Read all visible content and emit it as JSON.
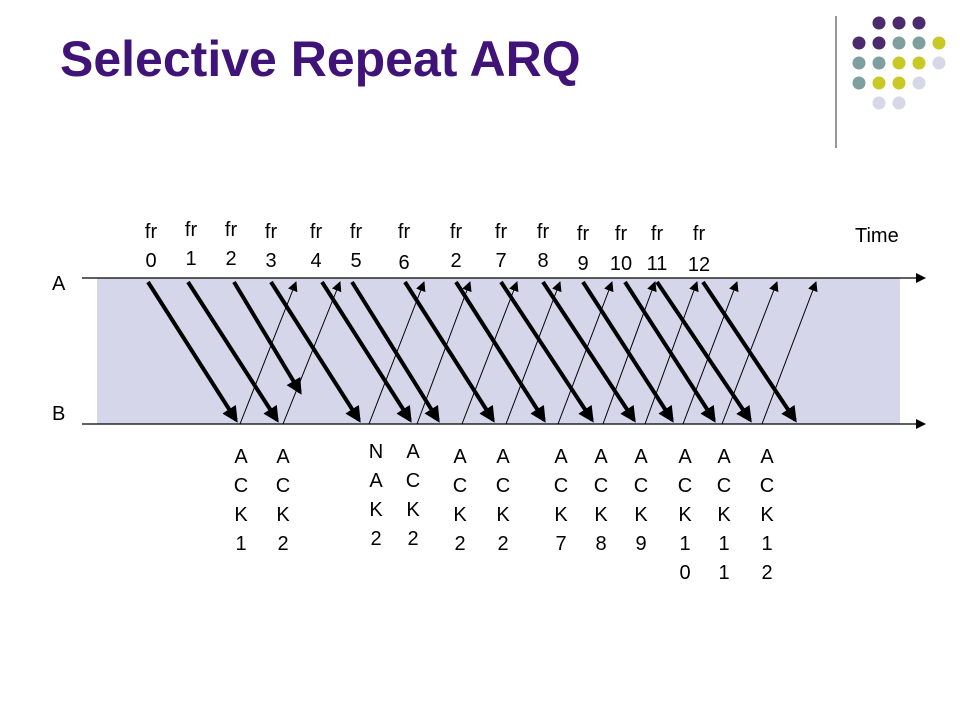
{
  "title": "Selective Repeat ARQ",
  "time_label": "Time",
  "station_a": "A",
  "station_b": "B",
  "colors": {
    "title": "#3f1377",
    "channel_band": "#d5d6ea",
    "error_frame": "#e2431e",
    "dot_purple": "#4b2a6e",
    "dot_teal": "#7f9f9e",
    "dot_olive": "#c8c826",
    "dot_lavender": "#d7d7e8"
  },
  "frames": [
    {
      "top": "fr",
      "num": "0",
      "error": false
    },
    {
      "top": "fr",
      "num": "1",
      "error": false
    },
    {
      "top": "fr",
      "num": "2",
      "error": true
    },
    {
      "top": "fr",
      "num": "3",
      "error": false
    },
    {
      "top": "fr",
      "num": "4",
      "error": false
    },
    {
      "top": "fr",
      "num": "5",
      "error": false
    },
    {
      "top": "fr",
      "num": "6",
      "error": false
    },
    {
      "top": "fr",
      "num": "2",
      "error": false
    },
    {
      "top": "fr",
      "num": "7",
      "error": false
    },
    {
      "top": "fr",
      "num": "8",
      "error": false
    },
    {
      "top": "fr",
      "num": "9",
      "error": false
    },
    {
      "top": "fr",
      "num": "10",
      "error": false
    },
    {
      "top": "fr",
      "num": "11",
      "error": false
    },
    {
      "top": "fr",
      "num": "12",
      "error": false
    }
  ],
  "acks": [
    {
      "chars": [
        "A",
        "C",
        "K",
        "1"
      ]
    },
    {
      "chars": [
        "A",
        "C",
        "K",
        "2"
      ]
    },
    {
      "chars": [
        "N",
        "A",
        "K",
        "2"
      ]
    },
    {
      "chars": [
        "A",
        "C",
        "K",
        "2"
      ]
    },
    {
      "chars": [
        "A",
        "C",
        "K",
        "2"
      ]
    },
    {
      "chars": [
        "A",
        "C",
        "K",
        "2"
      ]
    },
    {
      "chars": [
        "A",
        "C",
        "K",
        "7"
      ]
    },
    {
      "chars": [
        "A",
        "C",
        "K",
        "8"
      ]
    },
    {
      "chars": [
        "A",
        "C",
        "K",
        "9"
      ]
    },
    {
      "chars": [
        "A",
        "C",
        "K",
        "1",
        "0"
      ]
    },
    {
      "chars": [
        "A",
        "C",
        "K",
        "1",
        "1"
      ]
    },
    {
      "chars": [
        "A",
        "C",
        "K",
        "1",
        "2"
      ]
    }
  ]
}
